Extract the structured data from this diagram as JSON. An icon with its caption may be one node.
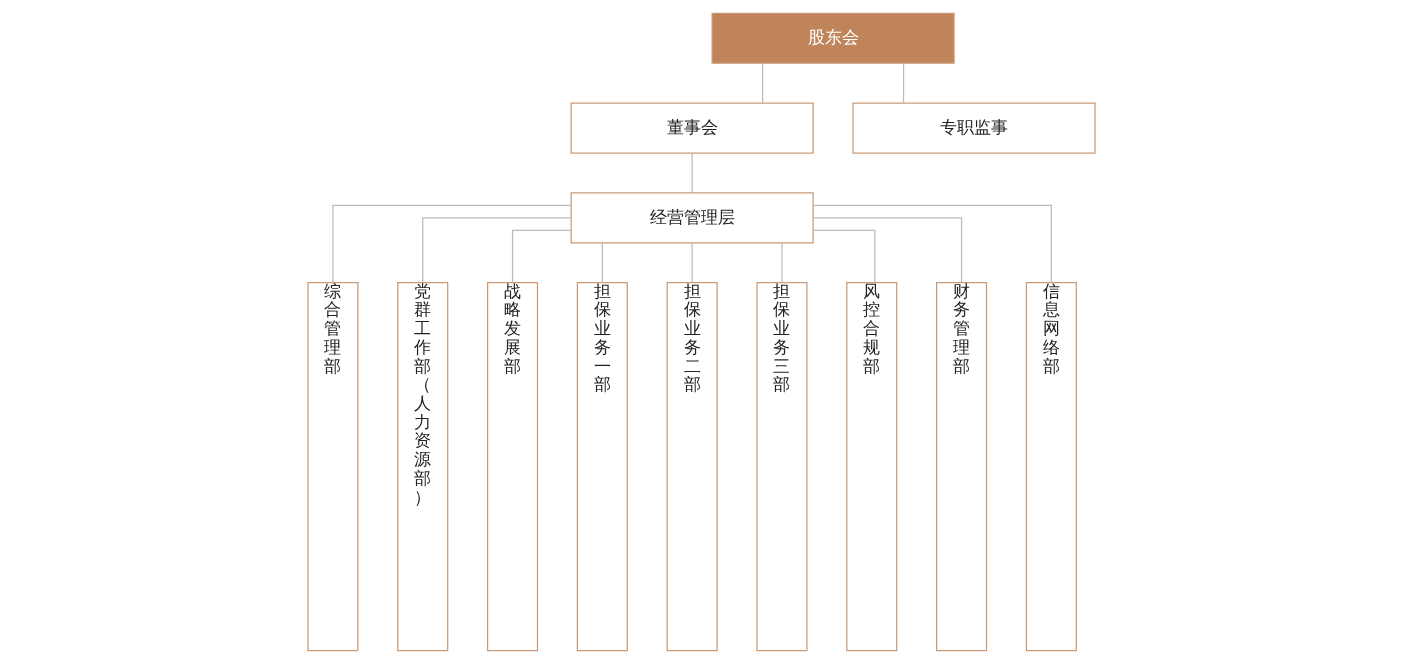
{
  "diagram": {
    "nodes": [
      {
        "text": [
          "股东会"
        ]
      },
      {
        "text": [
          "董事会"
        ]
      },
      {
        "text": [
          "专职监事"
        ]
      },
      {
        "text": [
          "经营管理层"
        ]
      },
      {
        "text": [
          "综合管理部"
        ]
      },
      {
        "text": [
          "党群工作部（人力资源部）"
        ]
      },
      {
        "text": [
          "战略发展部"
        ]
      },
      {
        "text": [
          "担保业务一部"
        ]
      },
      {
        "text": [
          "担保业务二部"
        ]
      },
      {
        "text": [
          "担保业务三部"
        ]
      },
      {
        "text": [
          "风控合规部"
        ]
      },
      {
        "text": [
          "财务管理部"
        ]
      },
      {
        "text": [
          "信息网络部"
        ]
      }
    ],
    "edges": [
      {
        "from": 0,
        "to": 1,
        "arrow": "none"
      },
      {
        "from": 0,
        "to": 2,
        "arrow": "none"
      },
      {
        "from": 1,
        "to": 3,
        "arrow": "none"
      },
      {
        "from": 3,
        "to": 4,
        "arrow": "none"
      },
      {
        "from": 3,
        "to": 5,
        "arrow": "none"
      },
      {
        "from": 3,
        "to": 6,
        "arrow": "none"
      },
      {
        "from": 3,
        "to": 7,
        "arrow": "none"
      },
      {
        "from": 3,
        "to": 8,
        "arrow": "none"
      },
      {
        "from": 3,
        "to": 9,
        "arrow": "none"
      },
      {
        "from": 3,
        "to": 10,
        "arrow": "none"
      },
      {
        "from": 3,
        "to": 11,
        "arrow": "none"
      },
      {
        "from": 3,
        "to": 12,
        "arrow": "none"
      }
    ]
  }
}
